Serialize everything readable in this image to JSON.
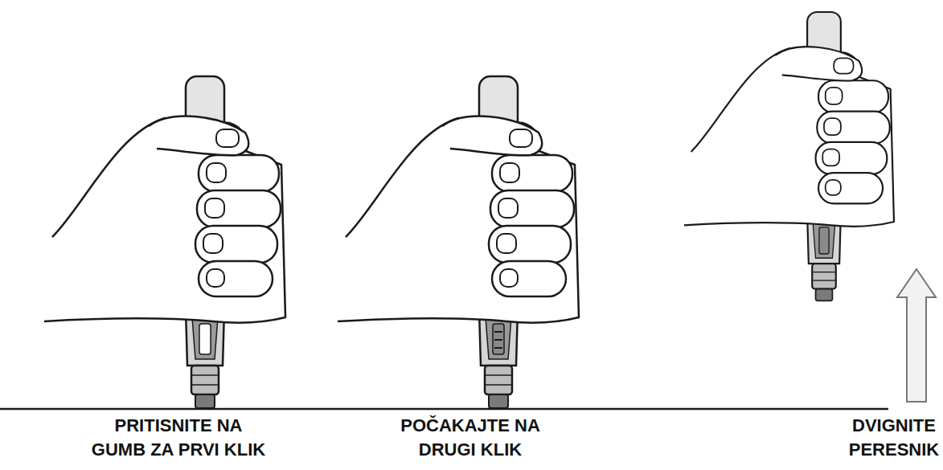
{
  "diagram": {
    "labels": [
      "PRITISNITE NA GUMB ZA PRVI KLIK",
      "POČAKAJTE NA DRUGI KLIK",
      "DVIGNITE PERESNIK"
    ]
  }
}
